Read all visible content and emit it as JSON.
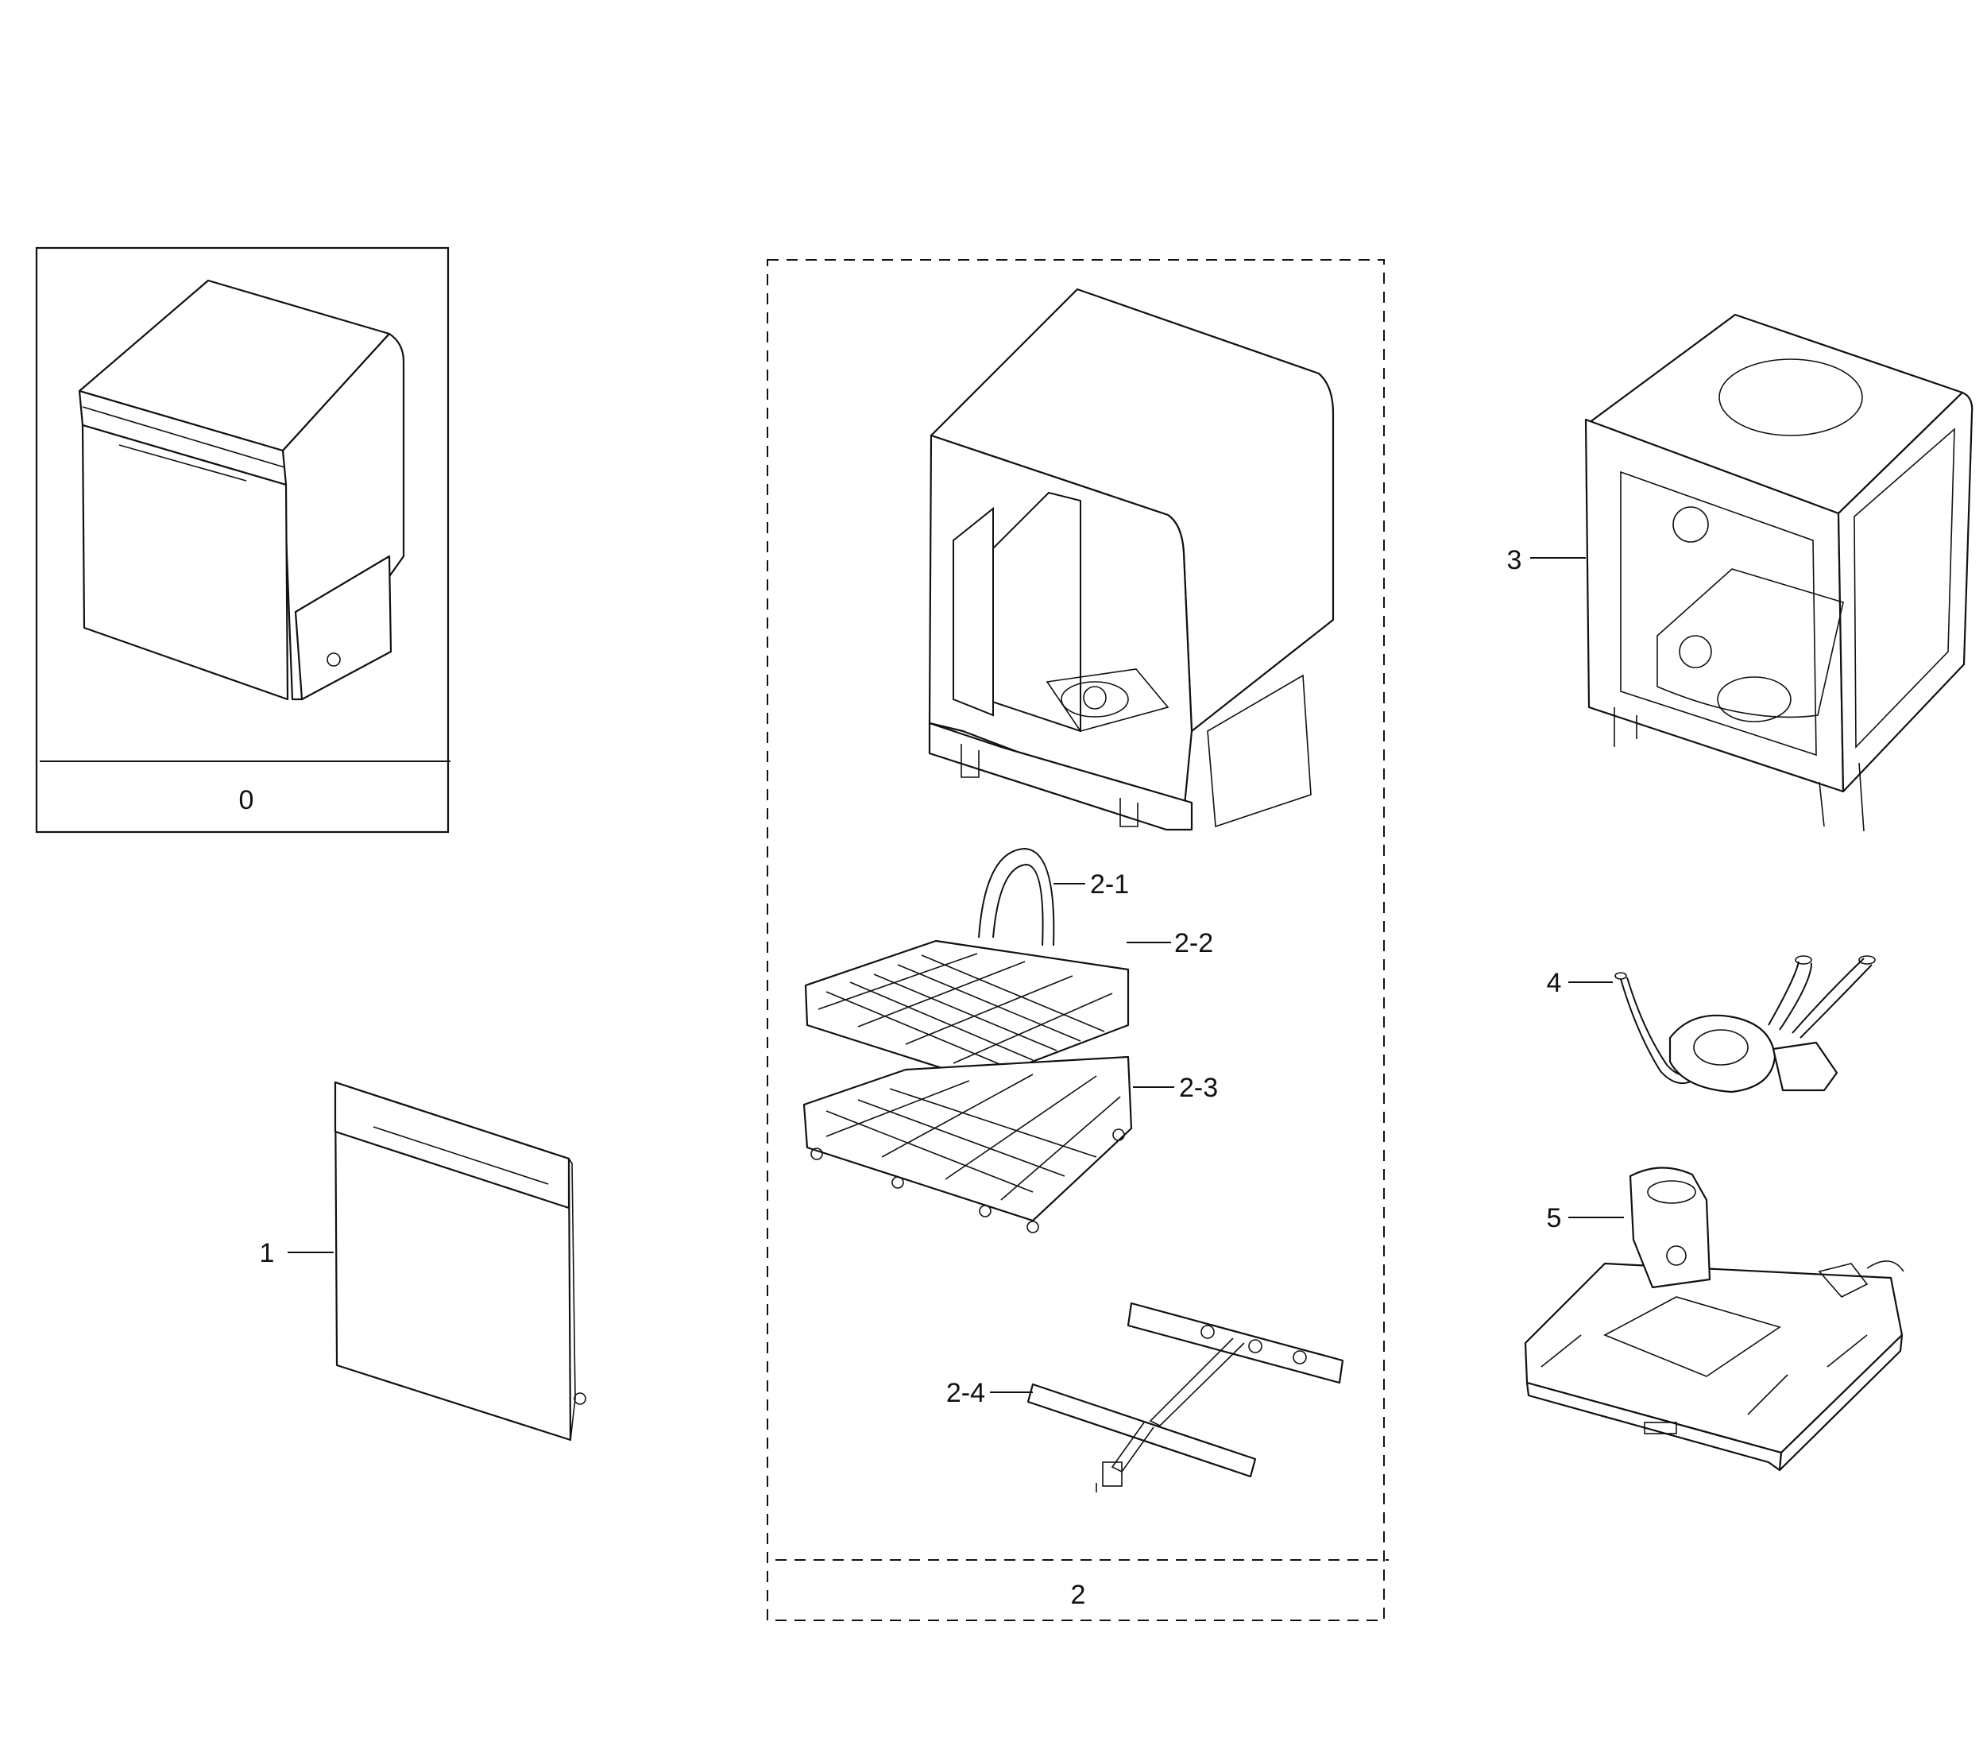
{
  "panels": {
    "assembly_0_label": "0",
    "assembly_2_label": "2"
  },
  "callouts": {
    "door": "1",
    "tub": "3",
    "pump_hose": "4",
    "base": "5",
    "upper_rail": "2-1",
    "upper_rack": "2-2",
    "lower_rack": "2-3",
    "spray_arm": "2-4"
  },
  "colors": {
    "line": "#111111",
    "background": "#ffffff"
  }
}
